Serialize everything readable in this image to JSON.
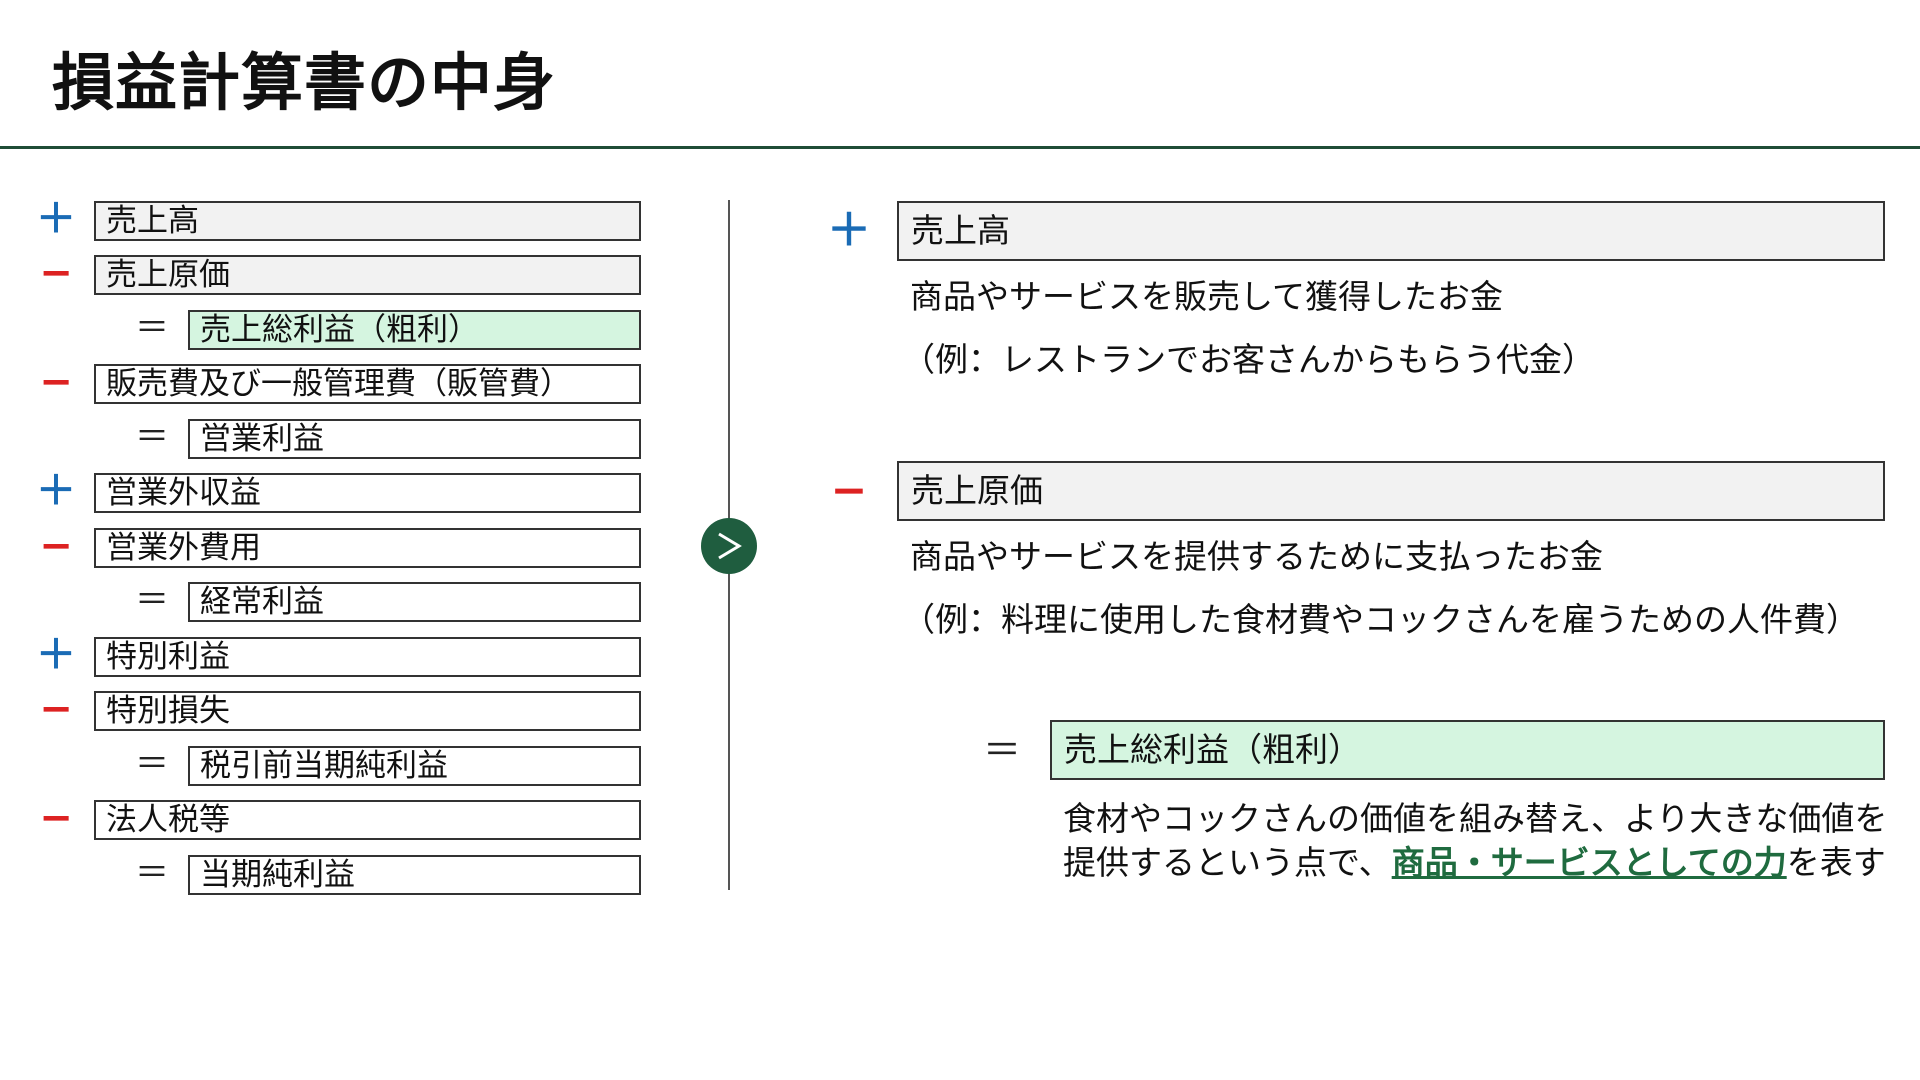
{
  "title": "損益計算書の中身",
  "colors": {
    "plus": "#1a6bb5",
    "minus": "#dd2222",
    "accent": "#1f5d3f",
    "green_fill": "#d5f5e0",
    "gray_fill": "#f2f2f2"
  },
  "icons": {
    "arrow": "chevron-right-icon"
  },
  "left_items": [
    {
      "sign": "＋",
      "label": "売上高"
    },
    {
      "sign": "−",
      "label": "売上原価"
    },
    {
      "sign": "＝",
      "label": "売上総利益（粗利）"
    },
    {
      "sign": "−",
      "label": "販売費及び一般管理費（販管費）"
    },
    {
      "sign": "＝",
      "label": "営業利益"
    },
    {
      "sign": "＋",
      "label": "営業外収益"
    },
    {
      "sign": "−",
      "label": "営業外費用"
    },
    {
      "sign": "＝",
      "label": "経常利益"
    },
    {
      "sign": "＋",
      "label": "特別利益"
    },
    {
      "sign": "−",
      "label": "特別損失"
    },
    {
      "sign": "＝",
      "label": "税引前当期純利益"
    },
    {
      "sign": "−",
      "label": "法人税等"
    },
    {
      "sign": "＝",
      "label": "当期純利益"
    }
  ],
  "details": {
    "sales": {
      "sign": "＋",
      "label": "売上高",
      "desc": "商品やサービスを販売して獲得したお金",
      "example": "（例：レストランでお客さんからもらう代金）"
    },
    "cost": {
      "sign": "−",
      "label": "売上原価",
      "desc": "商品やサービスを提供するために支払ったお金",
      "example": "（例：料理に使用した食材費やコックさんを雇うための人件費）"
    },
    "gross": {
      "sign": "＝",
      "label": "売上総利益（粗利）",
      "desc_line1": "食材やコックさんの価値を組み替え、より大きな価値を",
      "desc_line2_prefix": "提供するという点で、",
      "desc_line2_highlight": "商品・サービスとしての力",
      "desc_line2_suffix": "を表す"
    }
  }
}
